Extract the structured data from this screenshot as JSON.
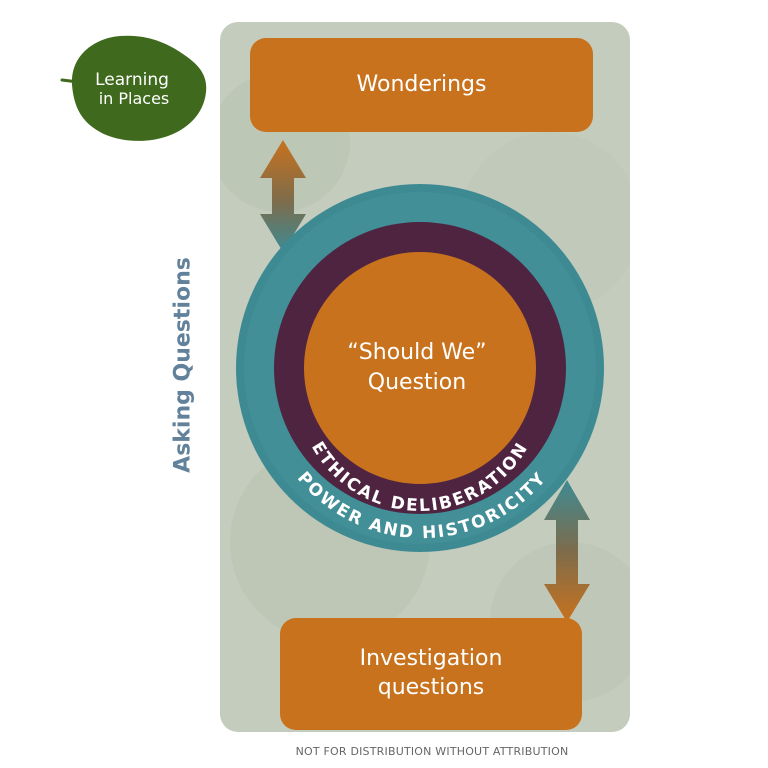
{
  "logo": {
    "line1": "Learning",
    "line2": "in Places"
  },
  "diagram": {
    "side_label": "Asking Questions",
    "top_box": "Wonderings",
    "center": {
      "line1": "“Should We”",
      "line2": "Question"
    },
    "inner_ring": "ETHICAL DELIBERATION",
    "outer_ring": "POWER AND HISTORICITY",
    "bottom_box": {
      "line1": "Investigation",
      "line2": "questions"
    }
  },
  "footer": "NOT FOR DISTRIBUTION WITHOUT ATTRIBUTION",
  "colors": {
    "orange": "#c8721d",
    "teal": "#3e8a93",
    "purple": "#4f2441",
    "panel": "#c4ccbd",
    "logo_green": "#3f6a1e",
    "label_blue": "#62819a"
  }
}
